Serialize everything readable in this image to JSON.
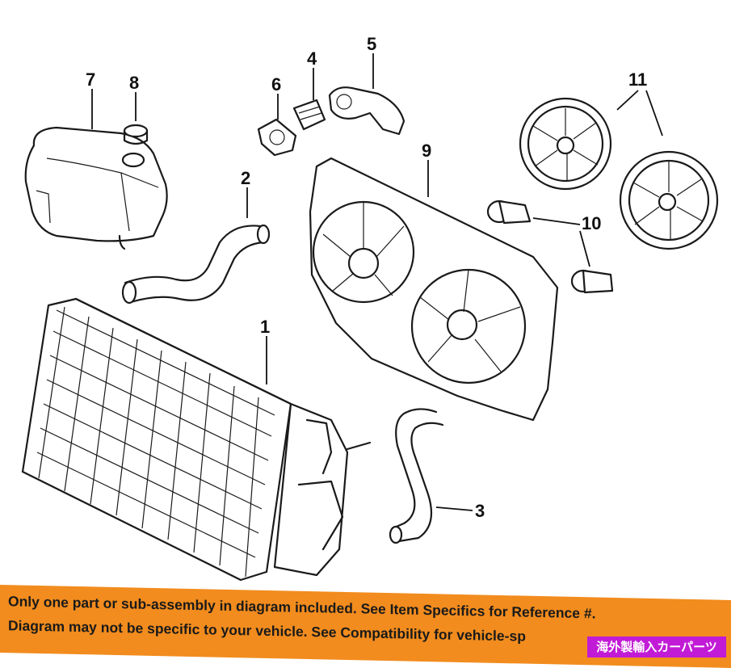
{
  "callouts": [
    "1",
    "2",
    "3",
    "4",
    "5",
    "6",
    "7",
    "8",
    "9",
    "10",
    "11"
  ],
  "banner": {
    "line1": "Only one part or sub-assembly in diagram included. See Item Specifics for Reference #.",
    "line2": "Diagram may not be specific to your vehicle. See Compatibility for vehicle-sp"
  },
  "shop_tag": "海外製輸入カーパーツ",
  "colors": {
    "banner": "#f28c1e",
    "shop_tag": "#c21bd6",
    "line_art": "#1a1a1a"
  }
}
